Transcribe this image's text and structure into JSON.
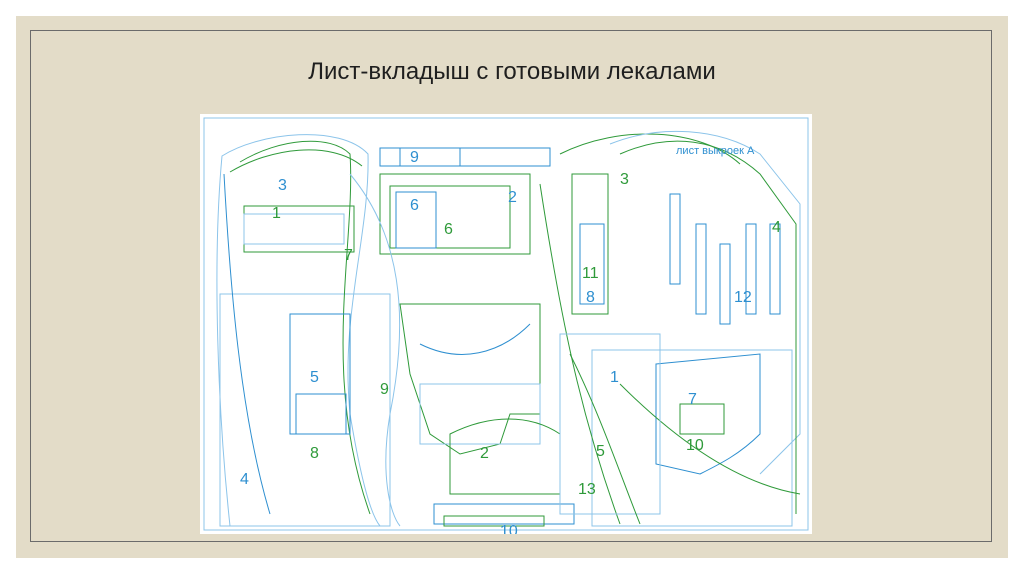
{
  "slide": {
    "title": "Лист-вкладыш с готовыми лекалами"
  },
  "pattern_sheet": {
    "sheet_label": "лист выкроек А",
    "colors": {
      "green": "#2f9a3a",
      "blue": "#2e8fd0",
      "light_green": "#8fcf8a",
      "light_blue": "#8cc4ea",
      "frame": "#6b6b6b",
      "background": "#e3dcc8"
    },
    "piece_numbers": [
      "1",
      "2",
      "3",
      "4",
      "5",
      "6",
      "7",
      "8",
      "9",
      "10",
      "11",
      "12",
      "13"
    ]
  }
}
